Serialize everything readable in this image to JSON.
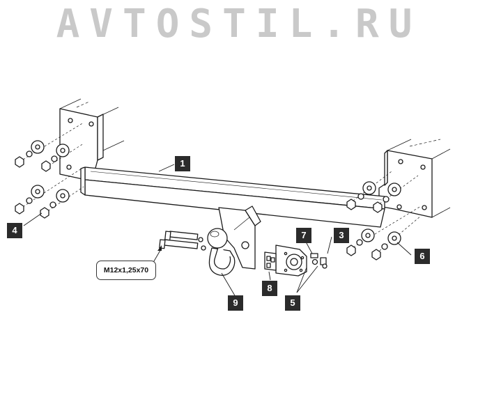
{
  "watermark": "AVTOSTIL.RU",
  "callouts": {
    "p1": "1",
    "p3": "3",
    "p4": "4",
    "p5": "5",
    "p6": "6",
    "p7": "7",
    "p8": "8",
    "p9": "9"
  },
  "bolt_spec": "M12x1,25x70"
}
